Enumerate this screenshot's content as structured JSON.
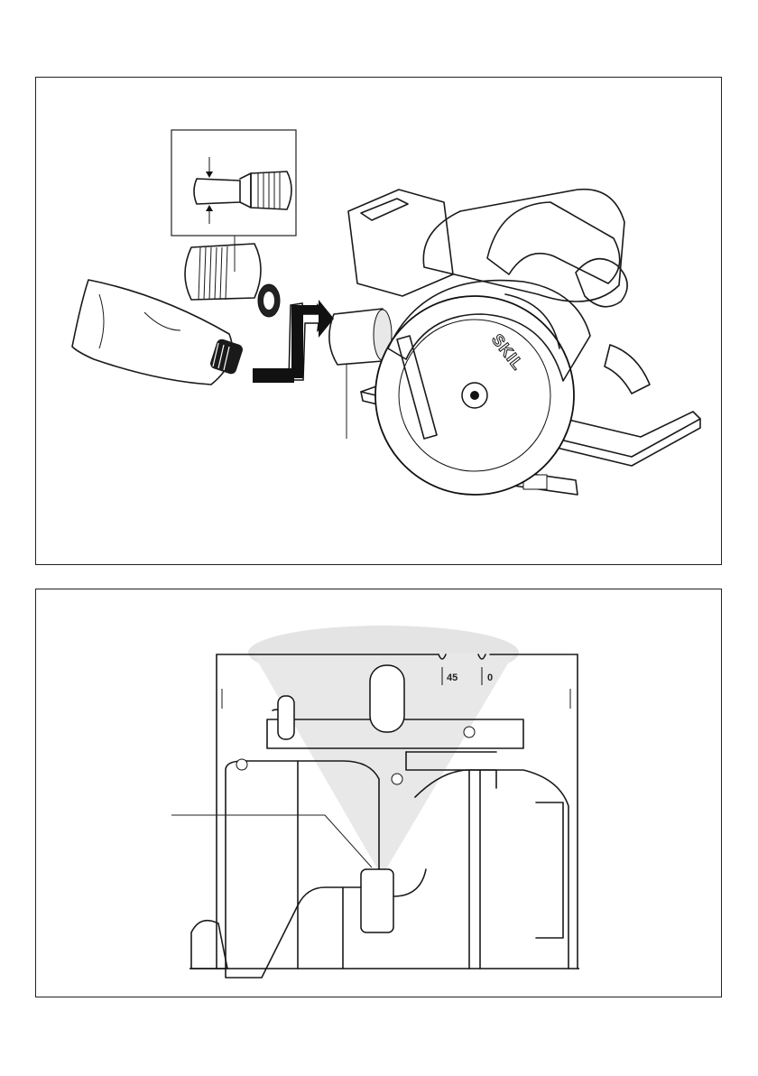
{
  "figure_top": {
    "brand": "SKIL"
  },
  "figure_bottom": {
    "scale_marks": [
      "45",
      "0"
    ]
  }
}
